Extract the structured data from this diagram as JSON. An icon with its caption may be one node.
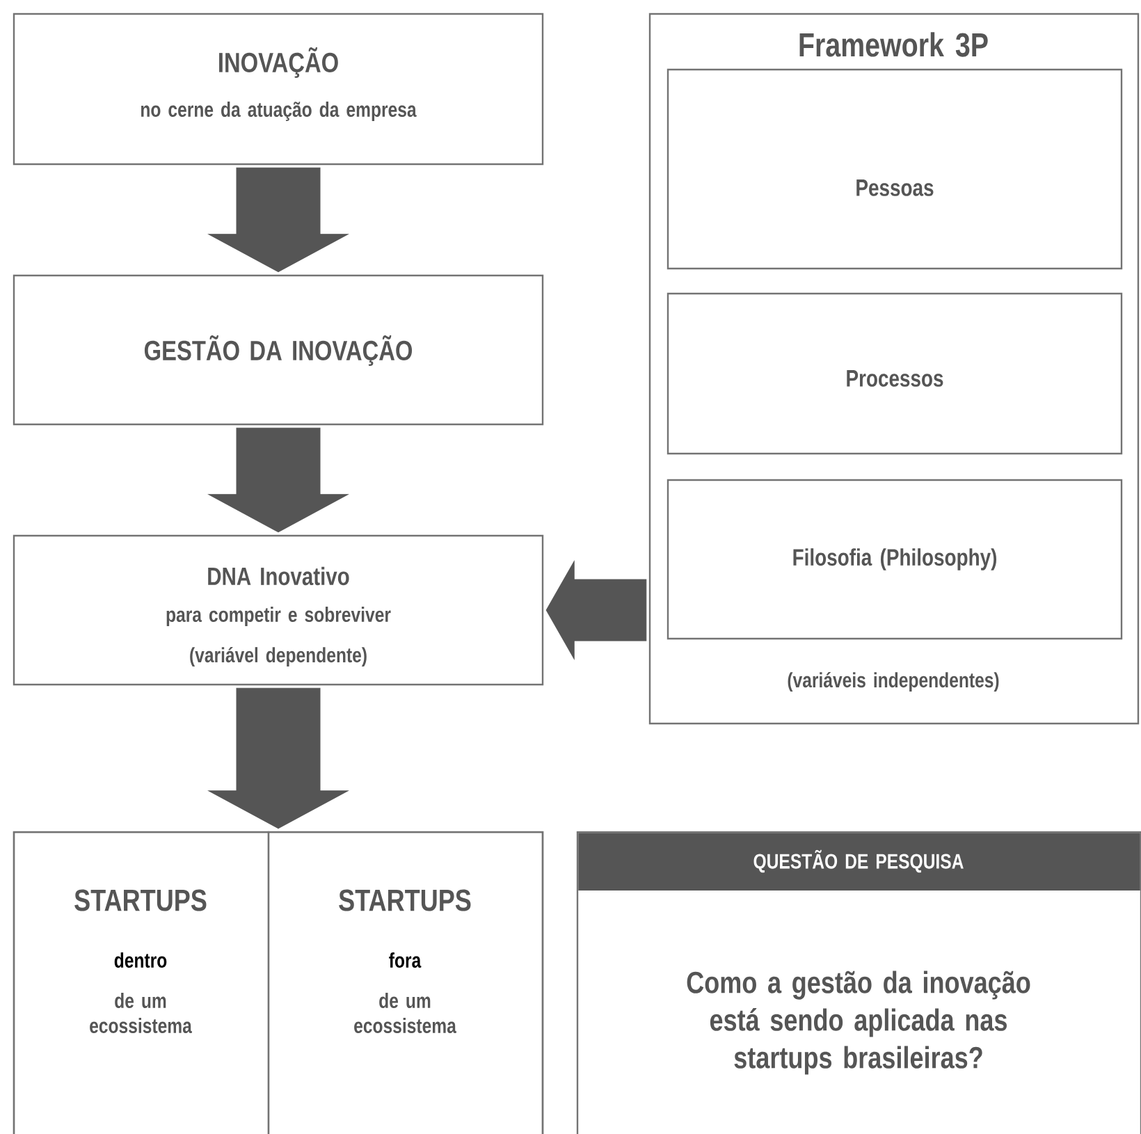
{
  "diagram": {
    "nodes": [
      {
        "text": [
          "INOVAÇÃO",
          "no cerne da atuação da empresa"
        ]
      },
      {
        "text": [
          "GESTÃO DA INOVAÇÃO"
        ]
      },
      {
        "text": [
          "DNA Inovativo",
          "para competir e sobreviver",
          "(variável dependente)"
        ]
      },
      {
        "text": [
          "Framework 3P",
          "(variáveis independentes)"
        ]
      },
      {
        "text": [
          "Pessoas"
        ],
        "in": 3
      },
      {
        "text": [
          "Processos"
        ],
        "in": 3
      },
      {
        "text": [
          "Filosofia (Philosophy)"
        ],
        "in": 3
      },
      {
        "text": [],
        "shape": "box"
      },
      {
        "text": [
          "STARTUPS",
          "dentro",
          "de um ecossistema"
        ],
        "in": 7
      },
      {
        "text": [
          "STARTUPS",
          "fora",
          "de um ecossistema"
        ],
        "in": 7
      },
      {
        "text": [
          "QUESTÃO DE PESQUISA",
          "Como a gestão da inovação está sendo aplicada nas startups brasileiras?"
        ]
      }
    ],
    "edges": [
      {
        "from": 0,
        "to": 1,
        "arrow": "to"
      },
      {
        "from": 1,
        "to": 2,
        "arrow": "to"
      },
      {
        "from": 3,
        "to": 2,
        "arrow": "to"
      },
      {
        "from": 2,
        "to": 7,
        "arrow": "to"
      }
    ]
  }
}
